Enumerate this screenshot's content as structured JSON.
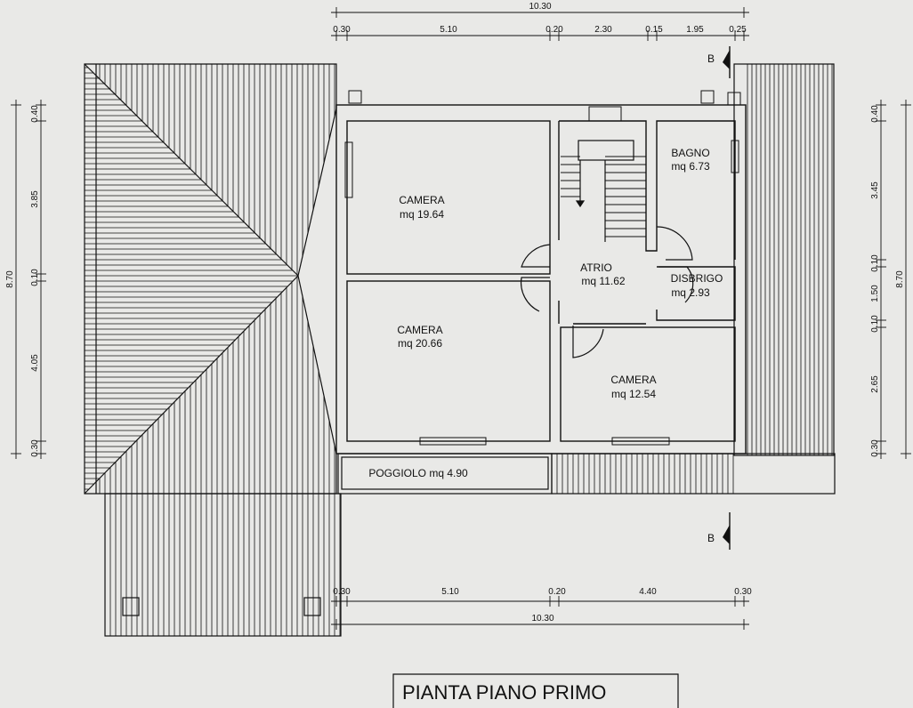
{
  "dimensions": {
    "top_total": "10.30",
    "top_segments": [
      "0.30",
      "5.10",
      "0.20",
      "2.30",
      "0.15",
      "1.95",
      "0.25"
    ],
    "bottom_total": "10.30",
    "bottom_segments": [
      "0.30",
      "5.10",
      "0.20",
      "4.40",
      "0.30"
    ],
    "left_total": "8.70",
    "left_segments": [
      "0.40",
      "3.85",
      "0.10",
      "4.05",
      "0.30"
    ],
    "right_total": "8.70",
    "right_segments": [
      "0.40",
      "3.45",
      "0.10",
      "1.50",
      "0.10",
      "2.65",
      "0.30"
    ]
  },
  "section_marks": {
    "top": "B",
    "bottom": "B"
  },
  "rooms": [
    {
      "name": "CAMERA",
      "area": "mq 19.64"
    },
    {
      "name": "CAMERA",
      "area": "mq 20.66"
    },
    {
      "name": "ATRIO",
      "area": "mq 11.62"
    },
    {
      "name": "BAGNO",
      "area": "mq 6.73"
    },
    {
      "name": "DISBRIGO",
      "area": "mq 2.93"
    },
    {
      "name": "CAMERA",
      "area": "mq 12.54"
    }
  ],
  "balcony": "POGGIOLO mq 4.90",
  "plan_title": "PIANTA PIANO PRIMO",
  "colors": {
    "paper": "#e9e9e7",
    "ink": "#111111"
  }
}
